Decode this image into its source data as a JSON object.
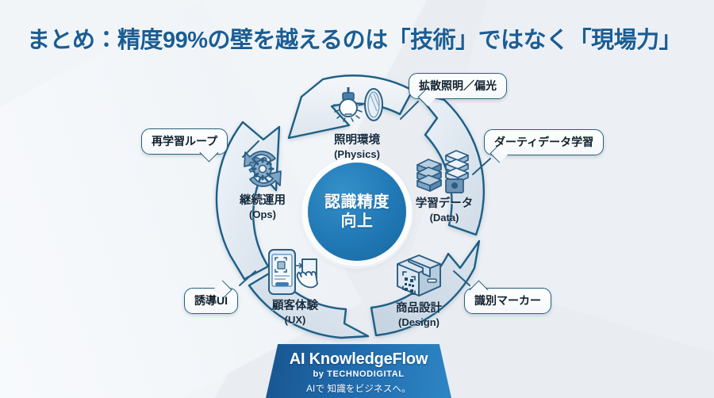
{
  "slide": {
    "title": "まとめ：精度99%の壁を越えるのは「技術」ではなく「現場力」",
    "accent_color": "#1b5d94",
    "hub_color": "#2179b6",
    "callout_border_color": "#27617f"
  },
  "hub": {
    "line1": "認識精度",
    "line2": "向上"
  },
  "nodes": [
    {
      "id": "physics",
      "jp": "照明環境",
      "en": "(Physics)",
      "icon": "lightbulb-lens-icon"
    },
    {
      "id": "data",
      "jp": "学習データ",
      "en": "(Data)",
      "icon": "server-stack-icon"
    },
    {
      "id": "design",
      "jp": "商品設計",
      "en": "(Design)",
      "icon": "package-qr-icon"
    },
    {
      "id": "ux",
      "jp": "顧客体験",
      "en": "(UX)",
      "icon": "smartphone-hand-icon"
    },
    {
      "id": "ops",
      "jp": "継続運用",
      "en": "(Ops)",
      "icon": "refresh-gear-icon"
    }
  ],
  "callouts": [
    {
      "id": "diffuse",
      "label": "拡散照明／偏光"
    },
    {
      "id": "dirty",
      "label": "ダーティデータ学習"
    },
    {
      "id": "marker",
      "label": "識別マーカー"
    },
    {
      "id": "ui",
      "label": "誘導UI"
    },
    {
      "id": "reloop",
      "label": "再学習ループ"
    }
  ],
  "banner": {
    "product": "AI KnowledgeFlow",
    "by": "by TECHNODIGITAL",
    "tagline": "AIで 知識をビジネスへ。"
  }
}
